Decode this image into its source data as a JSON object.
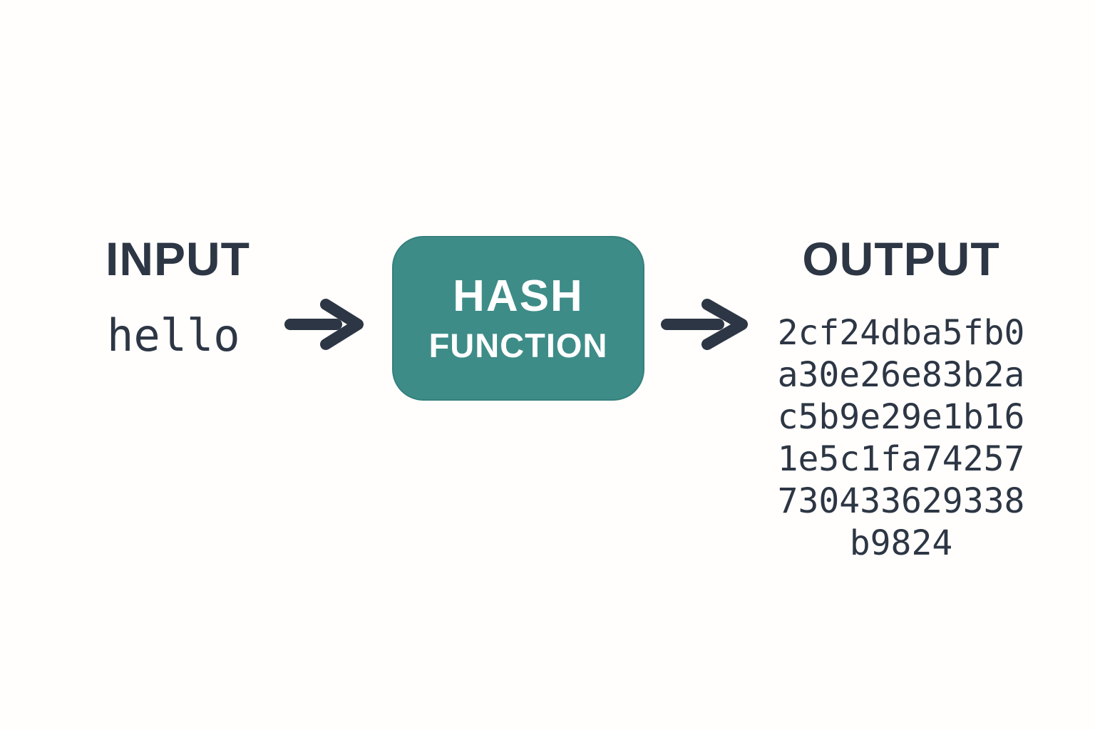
{
  "input": {
    "label": "INPUT",
    "value": "hello"
  },
  "hash_box": {
    "line1": "HASH",
    "line2": "FUNCTION"
  },
  "output": {
    "label": "OUTPUT",
    "hash_lines": [
      "2cf24dba5fb0",
      "a30e26e83b2a",
      "c5b9e29e1b16",
      "1e5c1fa74257",
      "730433629338",
      "b9824"
    ],
    "hash_full": "2cf24dba5fb0a30e26e83b2ac5b9e29e1b161e5c1fa74257730433629338b9824"
  },
  "colors": {
    "accent_teal": "#3E8C88",
    "text_dark": "#2D3644",
    "box_text": "#FFFFFF",
    "background": "#FFFEFC"
  }
}
